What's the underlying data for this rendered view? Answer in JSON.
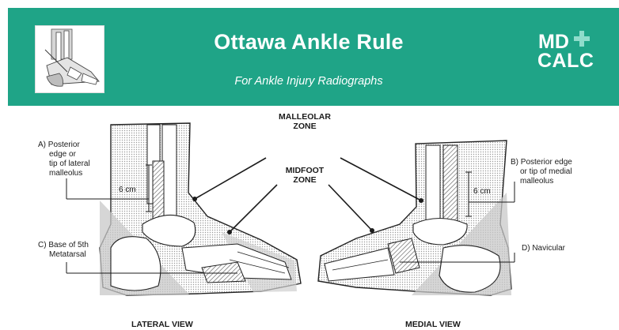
{
  "header": {
    "title": "Ottawa Ankle Rule",
    "subtitle": "For Ankle Injury Radiographs",
    "logo": {
      "line1": "MD",
      "line2": "CALC",
      "plus_color": "#8fdccb"
    },
    "background_color": "#1fa487"
  },
  "diagram": {
    "zones": {
      "malleolar_line1": "MALLEOLAR",
      "malleolar_line2": "ZONE",
      "midfoot_line1": "MIDFOOT",
      "midfoot_line2": "ZONE"
    },
    "lateral": {
      "label_a_line1": "A) Posterior",
      "label_a_line2": "edge or",
      "label_a_line3": "tip of lateral",
      "label_a_line4": "malleolus",
      "measure": "6 cm",
      "label_c_line1": "C) Base of 5th",
      "label_c_line2": "Metatarsal",
      "view_title": "LATERAL VIEW"
    },
    "medial": {
      "label_b_line1": "B) Posterior edge",
      "label_b_line2": "or tip of medial",
      "label_b_line3": "malleolus",
      "measure": "6 cm",
      "label_d": "D) Navicular",
      "view_title": "MEDIAL VIEW"
    }
  }
}
